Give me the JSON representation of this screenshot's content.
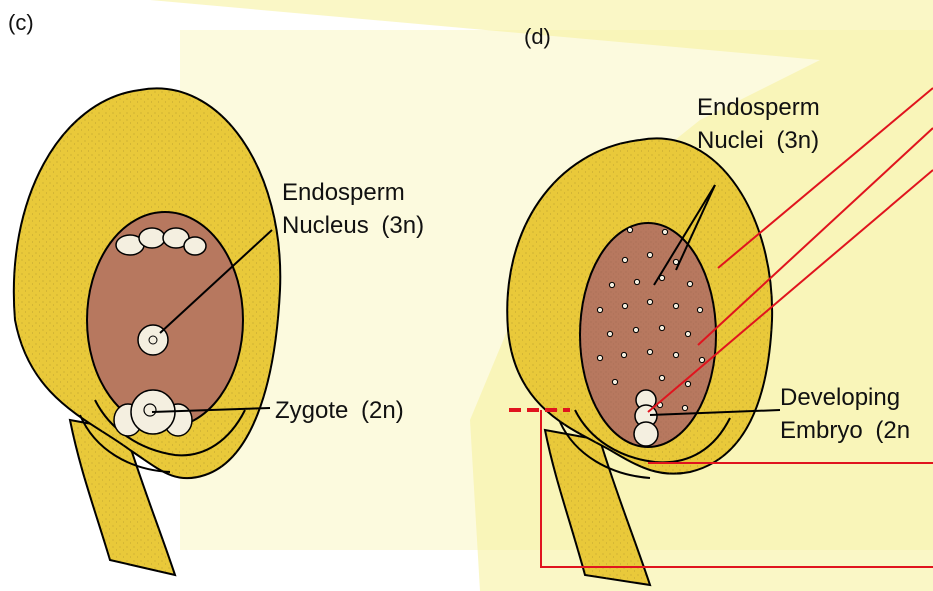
{
  "panels": {
    "c": {
      "tag": "(c)",
      "endosperm_nucleus_line1": "Endosperm",
      "endosperm_nucleus_line2": "Nucleus",
      "endosperm_nucleus_ploidy": "(3n)",
      "zygote_label": "Zygote",
      "zygote_ploidy": "(2n)"
    },
    "d": {
      "tag": "(d)",
      "endosperm_nuclei_line1": "Endosperm",
      "endosperm_nuclei_line2": "Nuclei",
      "endosperm_nuclei_ploidy": "(3n)",
      "developing_embryo_line1": "Developing",
      "developing_embryo_line2": "Embryo",
      "developing_embryo_ploidy": "(2n"
    }
  },
  "colors": {
    "background_paper": "#f6f08a",
    "ovule_yellow": "#e9c93a",
    "endosperm_brown": "#b7785f",
    "annotation_red": "#e0141e"
  }
}
